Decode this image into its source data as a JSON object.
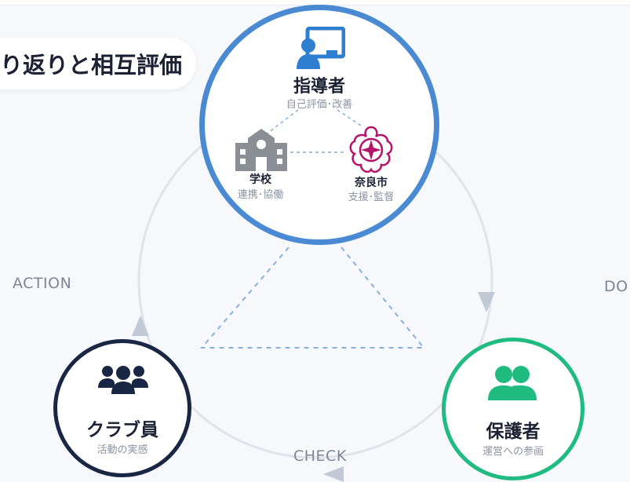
{
  "title": "り返りと相互評価",
  "phases": {
    "action": "ACTION",
    "do": "DO",
    "check": "CHECK"
  },
  "leader": {
    "name": "指導者",
    "role": "自己評価･改善",
    "school": {
      "name": "学校",
      "role": "連携･協働"
    },
    "city": {
      "name": "奈良市",
      "role": "支援･監督"
    }
  },
  "member": {
    "name": "クラブ員",
    "role": "活動の実感"
  },
  "parent": {
    "name": "保護者",
    "role": "運営への参画"
  },
  "colors": {
    "leader": "#4a8ad3",
    "member": "#1a2744",
    "parent": "#1fbb80",
    "city": "#b5126a",
    "school": "#8a8f96",
    "cycle": "#dfe3ea",
    "arrow": "#c2c9d6"
  },
  "icons": {
    "leader": "teacher-board-icon",
    "school": "school-building-icon",
    "city": "nara-city-emblem-icon",
    "member": "group-users-icon",
    "parent": "two-users-icon"
  }
}
